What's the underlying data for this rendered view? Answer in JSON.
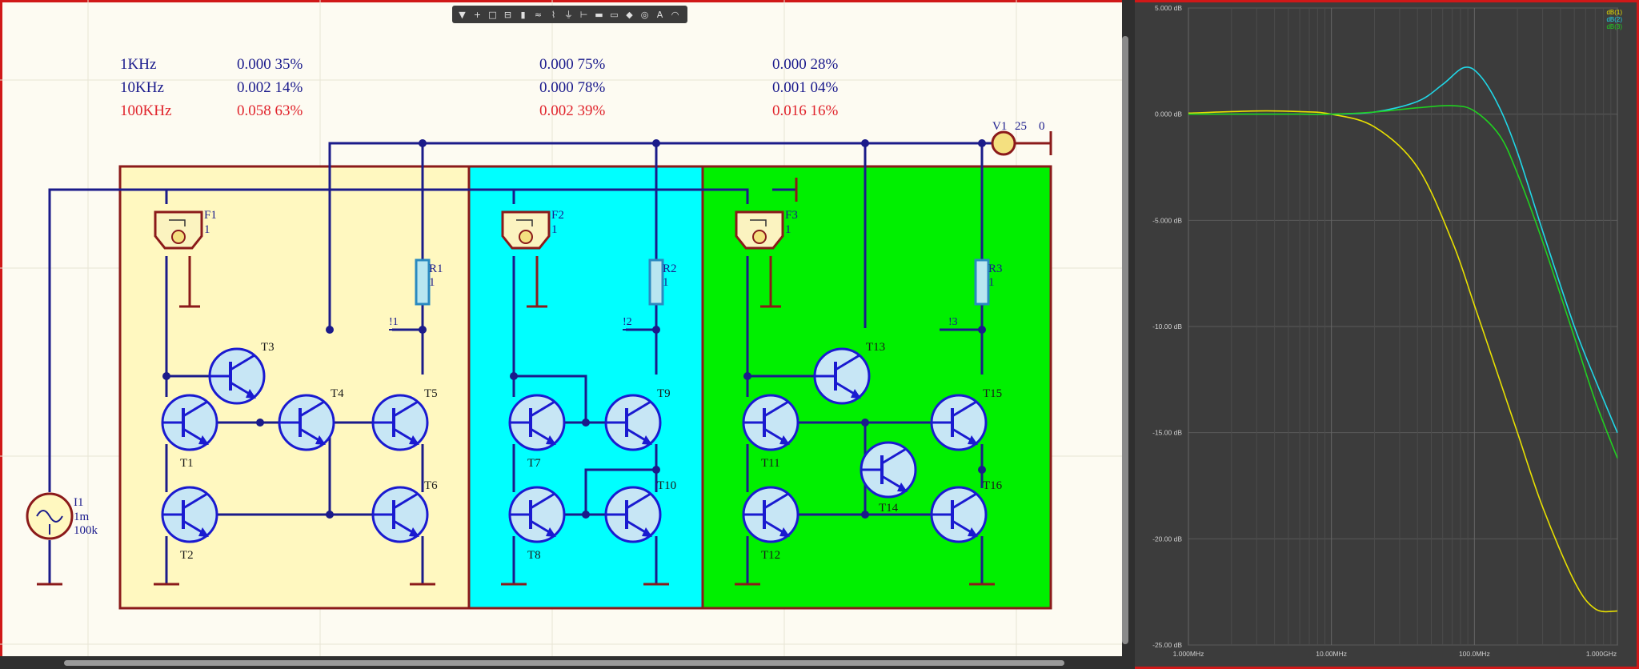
{
  "toolbar": {
    "tools": [
      {
        "name": "filter-tool",
        "glyph": "▼"
      },
      {
        "name": "crosshair-tool",
        "glyph": "+"
      },
      {
        "name": "select-area-tool",
        "glyph": "□"
      },
      {
        "name": "align-tool",
        "glyph": "⊟"
      },
      {
        "name": "component-tool",
        "glyph": "▮"
      },
      {
        "name": "bus-tool",
        "glyph": "≈"
      },
      {
        "name": "wire-tool",
        "glyph": "⌇"
      },
      {
        "name": "ground-tool",
        "glyph": "⏚"
      },
      {
        "name": "net-label-tool",
        "glyph": "⊢"
      },
      {
        "name": "port-tool",
        "glyph": "▬"
      },
      {
        "name": "offsheet-tool",
        "glyph": "▭"
      },
      {
        "name": "tag-tool",
        "glyph": "◆"
      },
      {
        "name": "probe-tool",
        "glyph": "◎"
      },
      {
        "name": "text-tool",
        "glyph": "A"
      },
      {
        "name": "arc-tool",
        "glyph": "◠"
      }
    ]
  },
  "measurements": {
    "rows": [
      {
        "freq": "1KHz",
        "v1": "0.000 35%",
        "v2": "0.000 75%",
        "v3": "0.000 28%",
        "color": "#1a1a8c"
      },
      {
        "freq": "10KHz",
        "v1": "0.002 14%",
        "v2": "0.000 78%",
        "v3": "0.001 04%",
        "color": "#1a1a8c"
      },
      {
        "freq": "100KHz",
        "v1": "0.058 63%",
        "v2": "0.002 39%",
        "v3": "0.016 16%",
        "color": "#e0242c"
      }
    ]
  },
  "schematic": {
    "colors": {
      "wire": "#1b1b8a",
      "block1": "#fff8c0",
      "block2": "#00ffff",
      "block3": "#00f000",
      "border": "#8b1a1a",
      "transistor_fill": "#c7e6f5",
      "transistor_stroke": "#1a1ad0",
      "resistor_fill": "#b8e6f0"
    },
    "source_i1": {
      "ref": "I1",
      "value1": "1m",
      "value2": "100k"
    },
    "source_v1": {
      "ref": "V1",
      "value1": "25",
      "value2": "0"
    },
    "filters": [
      {
        "ref": "F1",
        "gain": "1"
      },
      {
        "ref": "F2",
        "gain": "1"
      },
      {
        "ref": "F3",
        "gain": "1"
      }
    ],
    "resistors": [
      {
        "ref": "R1",
        "value": "1",
        "net": "!1"
      },
      {
        "ref": "R2",
        "value": "1",
        "net": "!2"
      },
      {
        "ref": "R3",
        "value": "1",
        "net": "!3"
      }
    ],
    "transistors": [
      "T1",
      "T2",
      "T3",
      "T4",
      "T5",
      "T6",
      "T7",
      "T8",
      "T9",
      "T10",
      "T11",
      "T12",
      "T13",
      "T14",
      "T15",
      "T16"
    ]
  },
  "plot": {
    "legend": [
      "dB(1)",
      "dB(2)",
      "dB(3)"
    ],
    "legend_colors": [
      "#e8e000",
      "#20d8e8",
      "#20d020"
    ],
    "y_ticks": [
      "5.000 dB",
      "0.000 dB",
      "-5.000 dB",
      "-10.00 dB",
      "-15.00 dB",
      "-20.00 dB",
      "-25.00 dB"
    ],
    "x_ticks": [
      "1.000MHz",
      "10.00MHz",
      "100.0MHz",
      "1.000GHz"
    ]
  },
  "chart_data": {
    "type": "line",
    "xscale": "log",
    "xlim": [
      1000000,
      1000000000
    ],
    "ylim": [
      -25,
      5
    ],
    "grid": true,
    "legend_position": "top-right",
    "series": [
      {
        "name": "dB(1)",
        "color": "#e8e000",
        "x": [
          1000000,
          3000000,
          6000000,
          10000000,
          20000000,
          40000000,
          70000000,
          100000000,
          150000000,
          200000000,
          300000000,
          500000000,
          700000000,
          1000000000
        ],
        "y": [
          0.05,
          0.15,
          0.12,
          0,
          -0.6,
          -2.5,
          -6,
          -9,
          -12.5,
          -15,
          -18.5,
          -22,
          -23.3,
          -23.4
        ]
      },
      {
        "name": "dB(2)",
        "color": "#20d8e8",
        "x": [
          1000000,
          3000000,
          6000000,
          10000000,
          20000000,
          40000000,
          60000000,
          85000000,
          110000000,
          150000000,
          200000000,
          300000000,
          500000000,
          700000000,
          1000000000
        ],
        "y": [
          0,
          0,
          0,
          0,
          0.1,
          0.6,
          1.4,
          2.2,
          1.8,
          0.3,
          -1.8,
          -5.5,
          -10,
          -12.5,
          -15
        ]
      },
      {
        "name": "dB(3)",
        "color": "#20d020",
        "x": [
          1000000,
          3000000,
          6000000,
          10000000,
          20000000,
          40000000,
          70000000,
          100000000,
          150000000,
          200000000,
          300000000,
          500000000,
          700000000,
          1000000000
        ],
        "y": [
          0,
          0,
          0,
          0,
          0.1,
          0.3,
          0.4,
          0.15,
          -1,
          -2.8,
          -6,
          -10.5,
          -13.5,
          -16.2
        ]
      }
    ]
  }
}
